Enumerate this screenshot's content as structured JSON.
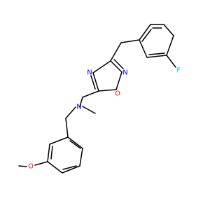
{
  "colors": {
    "bond": "#000000",
    "nitrogen": "#0000ff",
    "oxygen": "#ff0000",
    "fluorine": "#33cccc",
    "background": "#ffffff"
  },
  "labels": {
    "f": "F",
    "n_oxadiazole_upper": "N",
    "n_oxadiazole_lower": "N",
    "o_oxadiazole": "O",
    "n_amine": "N",
    "o_methoxy": "O"
  }
}
